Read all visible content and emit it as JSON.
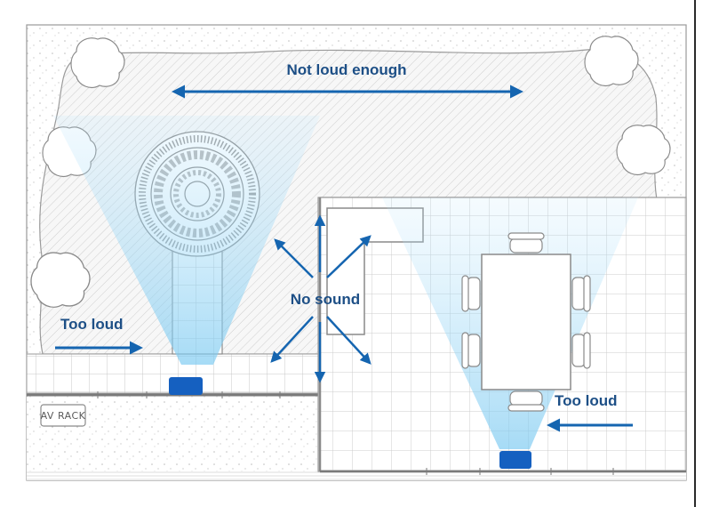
{
  "labels": {
    "not_loud_enough": "Not loud enough",
    "no_sound": "No sound",
    "too_loud_left": "Too loud",
    "too_loud_right": "Too loud",
    "av_rack": "AV RACK"
  },
  "colors": {
    "arrow": "#1565b0",
    "label_text": "#1d4f86",
    "speaker": "#1560c0",
    "sound_beam": "#8fd0f0",
    "lawn": "#f3f3f3",
    "tile_line": "#c8c8c8",
    "outline": "#8a8a8a"
  },
  "icons": {
    "speaker_left": "speaker-icon",
    "speaker_right": "speaker-icon",
    "tree": "tree-icon",
    "fountain": "fountain-icon",
    "table": "dining-table-icon",
    "chair": "chair-icon"
  }
}
